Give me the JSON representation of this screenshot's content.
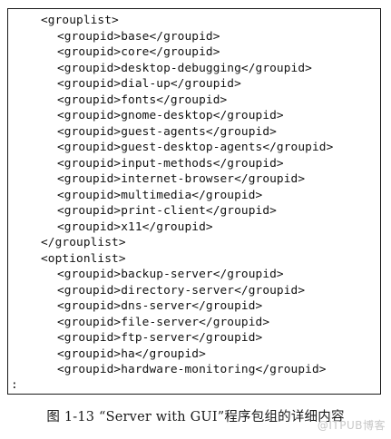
{
  "code": {
    "lines": [
      {
        "text": "<grouplist>",
        "indent": 1
      },
      {
        "text": "<groupid>base</groupid>",
        "indent": 2
      },
      {
        "text": "<groupid>core</groupid>",
        "indent": 2
      },
      {
        "text": "<groupid>desktop-debugging</groupid>",
        "indent": 2
      },
      {
        "text": "<groupid>dial-up</groupid>",
        "indent": 2
      },
      {
        "text": "<groupid>fonts</groupid>",
        "indent": 2
      },
      {
        "text": "<groupid>gnome-desktop</groupid>",
        "indent": 2
      },
      {
        "text": "<groupid>guest-agents</groupid>",
        "indent": 2
      },
      {
        "text": "<groupid>guest-desktop-agents</groupid>",
        "indent": 2
      },
      {
        "text": "<groupid>input-methods</groupid>",
        "indent": 2
      },
      {
        "text": "<groupid>internet-browser</groupid>",
        "indent": 2
      },
      {
        "text": "<groupid>multimedia</groupid>",
        "indent": 2
      },
      {
        "text": "<groupid>print-client</groupid>",
        "indent": 2
      },
      {
        "text": "<groupid>x11</groupid>",
        "indent": 2
      },
      {
        "text": "</grouplist>",
        "indent": 1
      },
      {
        "text": "<optionlist>",
        "indent": 1
      },
      {
        "text": "<groupid>backup-server</groupid>",
        "indent": 2
      },
      {
        "text": "<groupid>directory-server</groupid>",
        "indent": 2
      },
      {
        "text": "<groupid>dns-server</groupid>",
        "indent": 2
      },
      {
        "text": "<groupid>file-server</groupid>",
        "indent": 2
      },
      {
        "text": "<groupid>ftp-server</groupid>",
        "indent": 2
      },
      {
        "text": "<groupid>ha</groupid>",
        "indent": 2
      },
      {
        "text": "<groupid>hardware-monitoring</groupid>",
        "indent": 2
      }
    ],
    "prompt": ":"
  },
  "caption": "图 1-13 “Server with GUI”程序包组的详细内容",
  "watermark": "@ITPUB博客"
}
